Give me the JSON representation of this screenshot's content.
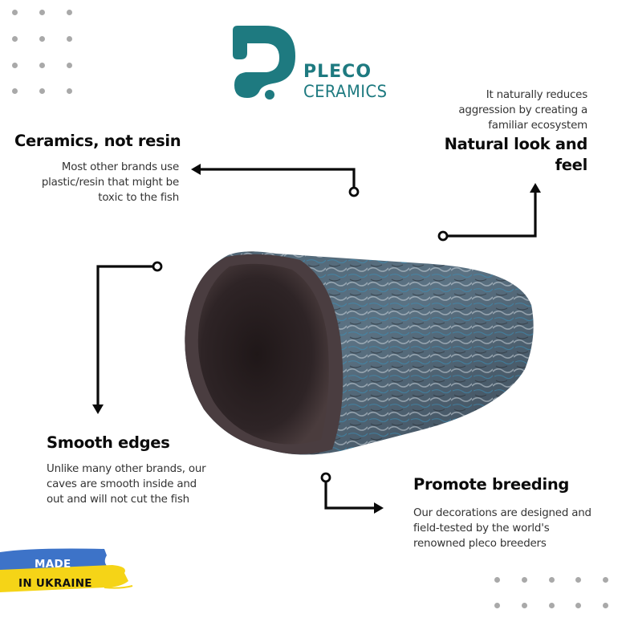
{
  "brand": {
    "line1": "PLECO",
    "line2": "CERAMICS",
    "color": "#1e7a80"
  },
  "features": [
    {
      "title": "Ceramics, not resin",
      "lines": [
        "Most other brands use",
        "plastic/resin that might be",
        "toxic to the fish"
      ]
    },
    {
      "title_lines": [
        "Natural look and",
        "feel"
      ],
      "lines": [
        "It naturally reduces",
        "aggression by creating a",
        "familiar ecosystem"
      ]
    },
    {
      "title": "Smooth edges",
      "lines": [
        "Unlike many other brands, our",
        "caves are smooth inside and",
        "out and will not cut the fish"
      ]
    },
    {
      "title": "Promote breeding",
      "lines": [
        "Our decorations are designed and",
        "field-tested by the world's",
        "renowned  pleco breeders"
      ]
    }
  ],
  "badge": {
    "line1": "MADE",
    "line2": "IN UKRAINE",
    "colors": {
      "blue": "#3d73c8",
      "yellow": "#f5d417"
    }
  },
  "product": {
    "icon": "ceramic-cave-image"
  },
  "colors": {
    "connector": "#0a0a0a",
    "dots": "#a9a9a9"
  }
}
